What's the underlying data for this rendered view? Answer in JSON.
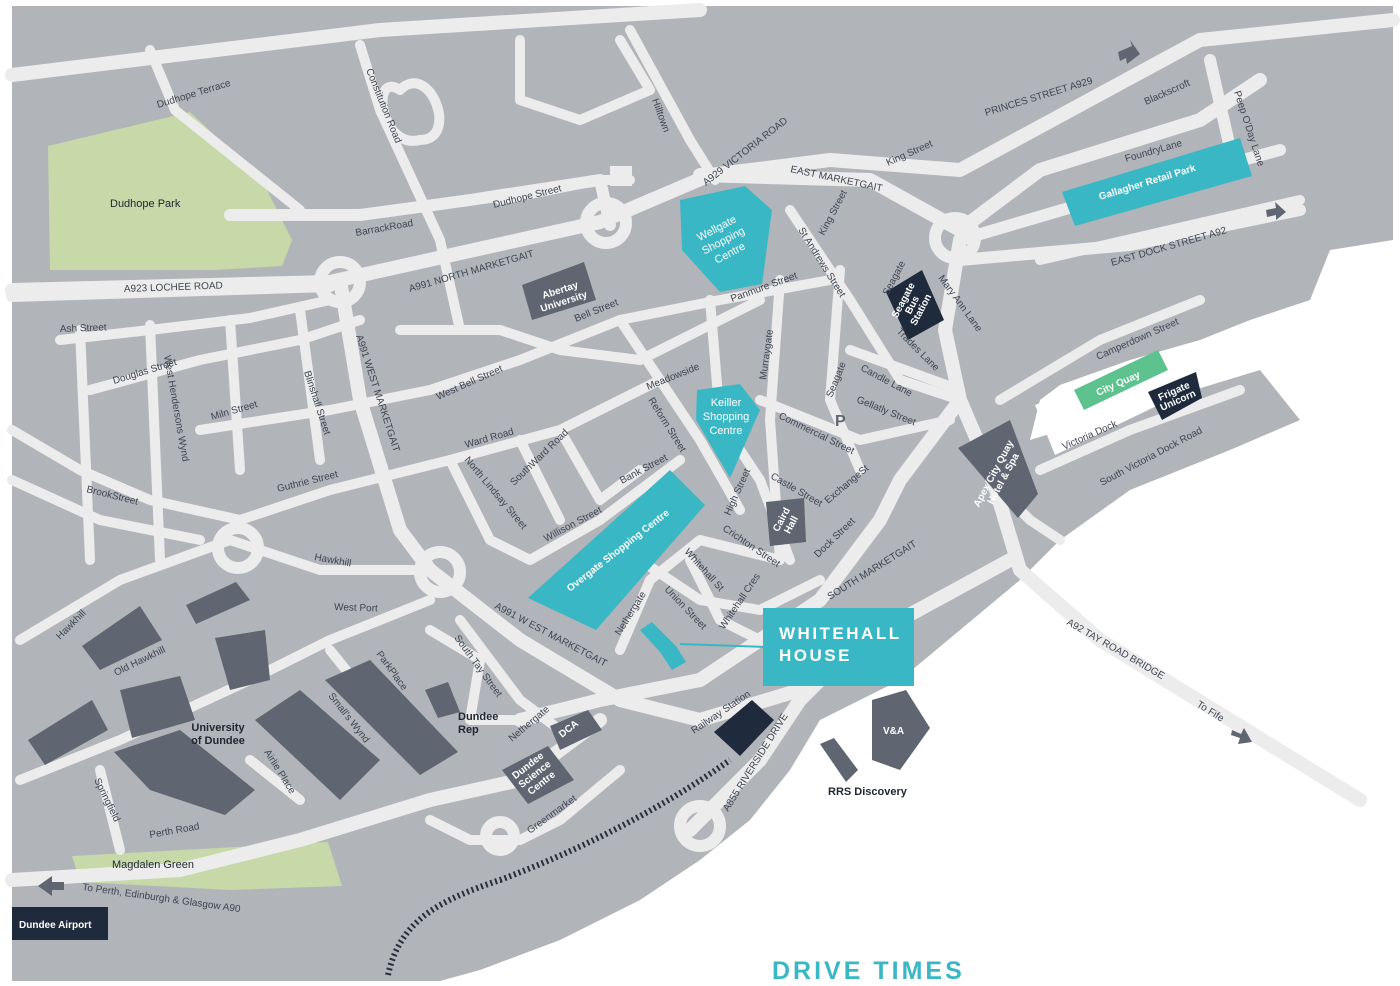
{
  "colors": {
    "land": "#b1b4b9",
    "road": "#ececec",
    "water": "#ffffff",
    "park": "#c7d8a9",
    "teal": "#3ab7c5",
    "slate": "#5f6672",
    "navy": "#1f2b3d",
    "green_highlight": "#5ec28f"
  },
  "icons": {
    "arrow": "direction-arrow",
    "parking": "parking-icon"
  },
  "callout": {
    "line1": "WHITEHALL",
    "line2": "HOUSE"
  },
  "footer": {
    "drive_times": "DRIVE TIMES"
  },
  "parks": {
    "dudhope": "Dudhope Park",
    "magdalen": "Magdalen Green"
  },
  "landmarks": {
    "wellgate": [
      "Wellgate",
      "Shopping",
      "Centre"
    ],
    "keiller": [
      "Keiller",
      "Shopping",
      "Centre"
    ],
    "overgate": "Overgate Shopping Centre",
    "gallagher": "Gallagher Retail Park",
    "abertay": [
      "Abertay",
      "University"
    ],
    "seagate_bus": [
      "Seagate",
      "Bus",
      "Station"
    ],
    "city_quay": "City Quay",
    "frigate": [
      "Frigate",
      "Unicorn"
    ],
    "apex": [
      "Apex City Quay",
      "Hotel & Spa"
    ],
    "caird": [
      "Caird",
      "Hall"
    ],
    "dca": "DCA",
    "science": [
      "Dundee",
      "Science",
      "Centre"
    ],
    "rep": [
      "Dundee",
      "Rep"
    ],
    "university": [
      "University",
      "of Dundee"
    ],
    "va": "V&A",
    "rrs": "RRS Discovery",
    "airport": "Dundee Airport",
    "parking": "P"
  },
  "streets": {
    "dudhope_terrace": "Dudhope Terrace",
    "constitution_road": "Constitution Road",
    "hilltown": "Hilltown",
    "victoria_road": "A929 VICTORIA ROAD",
    "princes_street": "PRINCES STREET A929",
    "blackscroft": "Blackscroft",
    "peep_o_day": "Peep O'Day Lane",
    "foundry_lane": "FoundryLane",
    "king_street_1": "King Street",
    "east_marketgait": "EAST MARKETGAIT",
    "dudhope_street": "Dudhope Street",
    "barrack_road": "BarrackRoad",
    "north_marketgait": "A991 NORTH MARKETGAIT",
    "lochee_road": "A923 LOCHEE ROAD",
    "st_andrews": "St Andrews Street",
    "king_street_2": "King Street",
    "seagate": "Seagate",
    "mary_ann_lane": "Mary Ann Lane",
    "east_dock_street": "EAST DOCK STREET A92",
    "panmure_street": "Panmure Street",
    "bell_street": "Bell Street",
    "ash_street": "Ash Street",
    "douglas_street": "Douglas Street",
    "west_hendersons_wynd": "West Hendersons Wynd",
    "blinshall_street": "Blinshall Street",
    "west_marketgait": "A991 WEST MARKETGAIT",
    "west_bell_street": "West Bell Street",
    "meadowside": "Meadowside",
    "murraygate": "Murraygate",
    "trades_lane": "Trades Lane",
    "candle_lane": "Candle Lane",
    "seagate_2": "Seagate",
    "gellatly_street": "Gellatly Street",
    "camperdown_street": "Camperdown Street",
    "victoria_dock": "Victoria Dock",
    "south_victoria_dock_road": "South Victoria Dock Road",
    "miln_street": "Miln Street",
    "ward_road": "Ward Road",
    "reform_street": "Reform Street",
    "commercial_street": "Commercial Street",
    "south_ward_road": "SouthWard Road",
    "north_lindsay_street": "North Lindsay Street",
    "bank_street": "Bank Street",
    "high_street": "High Street",
    "castle_street": "Castle Street",
    "exchange_st": "ExchangeSt",
    "guthrie_street": "Guthrie Street",
    "brook_street": "BrookStreet",
    "willison_street": "Willison Street",
    "crichton_street": "Crichton Street",
    "dock_street": "Dock Street",
    "south_marketgait": "SOUTH MARKETGAIT",
    "hawkhill": "Hawkhill",
    "hawkhill_2": "Hawkhill",
    "whitehall_st": "Whitehall St",
    "whitehall_cres": "Whitehall Cres",
    "nethergate": "Nethergate",
    "union_street": "Union Street",
    "west_port": "West Port",
    "old_hawkhill": "Old Hawkhill",
    "south_tay_street": "South Tay Street",
    "park_place": "ParkPlace",
    "w_marketgait_south": "A991 W EST MARKETGAIT",
    "smalls_wynd": "Small's Wynd",
    "airlie_place": "Airlie Place",
    "nethergate_2": "Nethergate",
    "railway_station": "Railway Station",
    "riverside_drive": "A855 RIVERSIDE DRIVE",
    "greenmarket": "Greenmarket",
    "springfield": "Springfield",
    "perth_road": "Perth Road",
    "tay_road_bridge": "A92 TAY ROAD BRIDGE",
    "to_fife": "To Fife",
    "to_perth": "To Perth, Edinburgh & Glasgow A90"
  }
}
